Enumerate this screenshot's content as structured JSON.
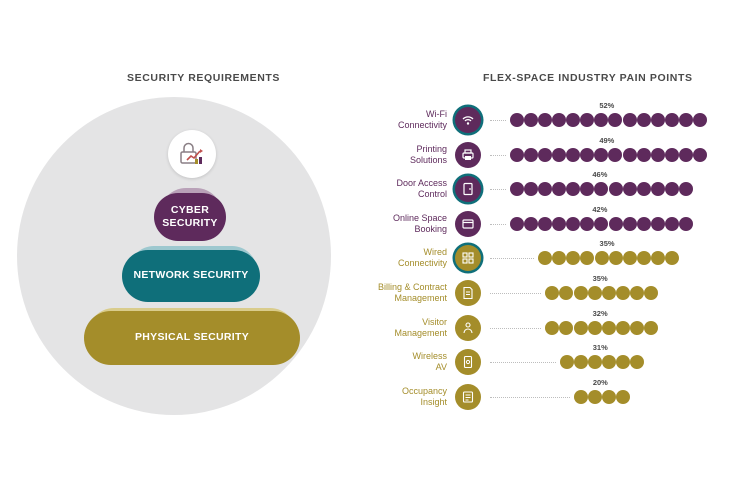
{
  "left": {
    "title": "SECURITY REQUIREMENTS",
    "layers": {
      "cyber": "CYBER SECURITY",
      "network": "NETWORK SECURITY",
      "physical": "PHYSICAL SECURITY"
    },
    "icon": "lock-chart-icon"
  },
  "right": {
    "title": "FLEX-SPACE INDUSTRY PAIN POINTS"
  },
  "colors": {
    "purple": "#5e2a5c",
    "teal": "#0f6f7a",
    "gold": "#a48d2a",
    "background_circle": "#e4e4e5"
  },
  "chart_data": {
    "type": "bar",
    "title": "FLEX-SPACE INDUSTRY PAIN POINTS",
    "value_unit": "%",
    "categories": [
      [
        "Wi-Fi",
        "Connectivity"
      ],
      [
        "Printing",
        "Solutions"
      ],
      [
        "Door Access",
        "Control"
      ],
      [
        "Online Space",
        "Booking"
      ],
      [
        "Wired",
        "Connectivity"
      ],
      [
        "Billing & Contract",
        "Management"
      ],
      [
        "Visitor",
        "Management"
      ],
      [
        "Wireless",
        "AV"
      ],
      [
        "Occupancy",
        "Insight"
      ]
    ],
    "values": [
      52,
      49,
      46,
      42,
      35,
      35,
      32,
      31,
      20
    ],
    "value_labels": [
      "52%",
      "49%",
      "46%",
      "42%",
      "35%",
      "35%",
      "32%",
      "31%",
      "20%"
    ],
    "dot_counts": [
      14,
      14,
      13,
      13,
      10,
      8,
      8,
      6,
      4
    ],
    "colors": [
      "purple",
      "purple",
      "purple",
      "purple",
      "gold",
      "gold",
      "gold",
      "gold",
      "gold"
    ],
    "icons": [
      "wifi-icon",
      "printer-icon",
      "door-access-icon",
      "booking-icon",
      "network-icon",
      "billing-icon",
      "visitor-icon",
      "wireless-av-icon",
      "occupancy-icon"
    ]
  }
}
